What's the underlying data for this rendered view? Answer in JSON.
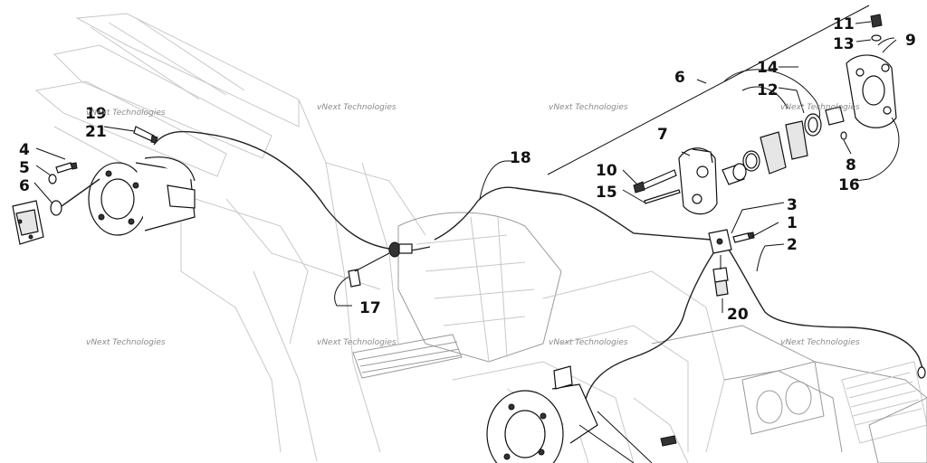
{
  "callouts": {
    "c1": "1",
    "c2": "2",
    "c3": "3",
    "c4": "4",
    "c5": "5",
    "c6_left": "6",
    "c6_top": "6",
    "c7": "7",
    "c8": "8",
    "c9": "9",
    "c10": "10",
    "c11": "11",
    "c12": "12",
    "c13": "13",
    "c14": "14",
    "c15": "15",
    "c16": "16",
    "c17": "17",
    "c18": "18",
    "c19": "19",
    "c20": "20",
    "c21": "21"
  },
  "watermark": {
    "text": "vNext Technologies"
  }
}
